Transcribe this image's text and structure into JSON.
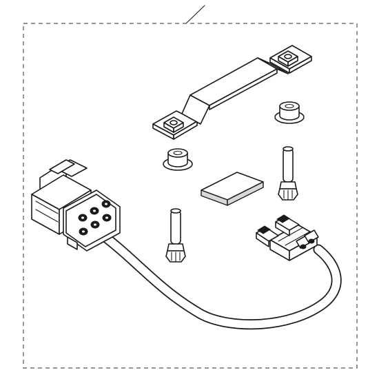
{
  "diagram": {
    "type": "exploded-parts-illustration",
    "colors": {
      "line": "#1a1a1a",
      "fill": "#ffffff",
      "pad": "#d9d9d9",
      "frame": "#555555"
    },
    "parts": [
      {
        "name": "mounting-bracket",
        "icon": "bracket"
      },
      {
        "name": "rubber-grommet",
        "icon": "grommet",
        "count": 2
      },
      {
        "name": "foam-pad",
        "icon": "pad"
      },
      {
        "name": "push-pin-fastener",
        "icon": "push-pin",
        "count": 2
      },
      {
        "name": "wiring-harness",
        "icon": "harness"
      },
      {
        "name": "six-pin-connector",
        "icon": "connector"
      },
      {
        "name": "twin-connector-block",
        "icon": "connector"
      }
    ]
  }
}
